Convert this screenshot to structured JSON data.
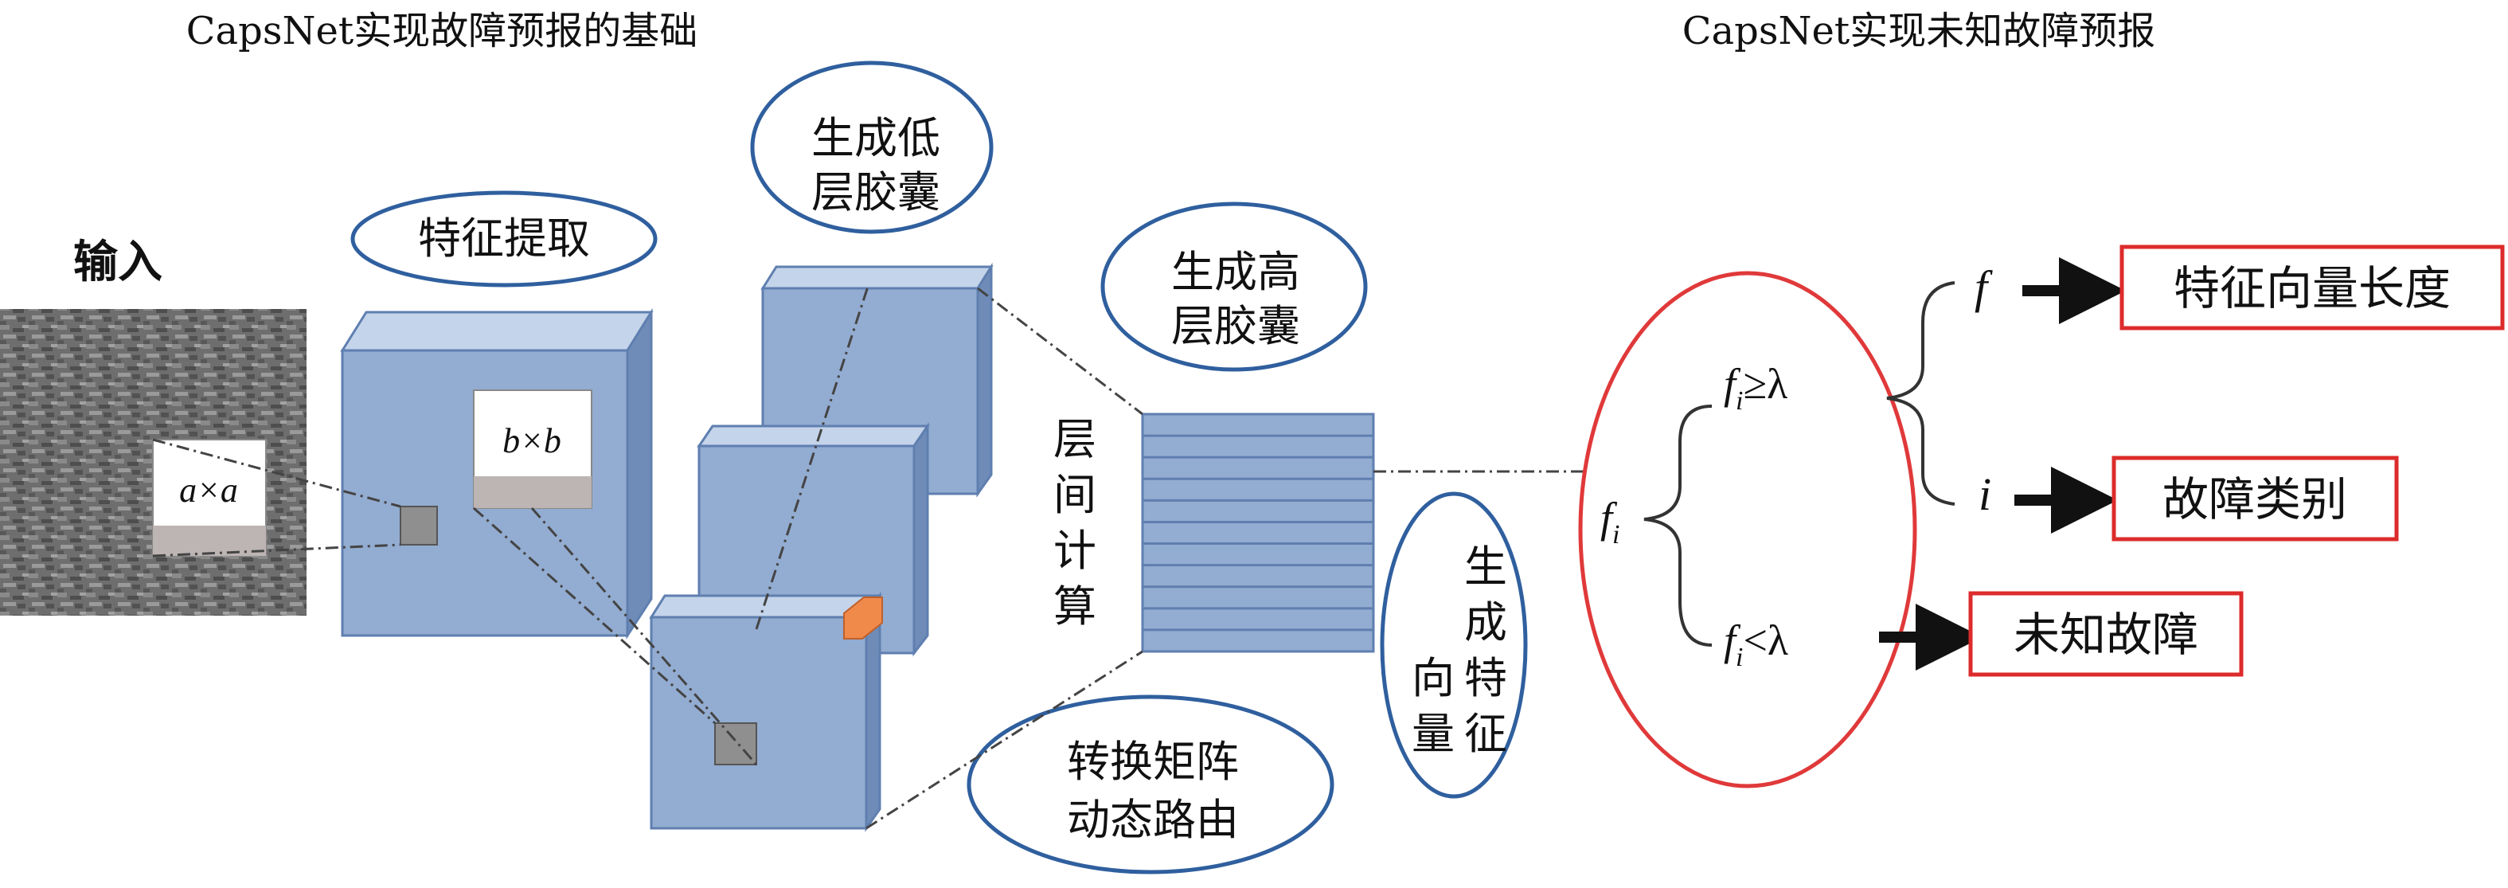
{
  "headings": {
    "left": "CapsNet实现故障预报的基础",
    "right": "CapsNet实现未知故障预报"
  },
  "labels": {
    "input": "输入",
    "feature_extraction": "特征提取",
    "low_caps_line1": "生成低",
    "low_caps_line2": "层胶囊",
    "high_caps_line1": "生成高",
    "high_caps_line2": "层胶囊",
    "inter_layer": [
      "层",
      "间",
      "计",
      "算"
    ],
    "transform_line1": "转换矩阵",
    "transform_line2": "动态路由",
    "gen_feature_col1": [
      "向",
      "量"
    ],
    "gen_feature_col2": [
      "生",
      "成",
      "特",
      "征"
    ]
  },
  "math": {
    "window_a": "a×a",
    "window_b": "b×b",
    "fi_base": "f",
    "fi_sub": "i",
    "ge_rest": "≥λ",
    "lt_rest": "<λ",
    "f": "f",
    "i": "i"
  },
  "outputs": {
    "feature_length": "特征向量长度",
    "fault_class": "故障类别",
    "unknown_fault": "未知故障"
  },
  "colors": {
    "bubble_stroke": "#2f5f9e",
    "cube_front": "#93acd1",
    "cube_side": "#6f8cb8",
    "cube_top": "#c4d4ea",
    "cube_edge": "#5f7fb0",
    "ellipse_red": "#e0393a",
    "box_red": "#dd2b2b",
    "accent_orange": "#f08a4b"
  }
}
